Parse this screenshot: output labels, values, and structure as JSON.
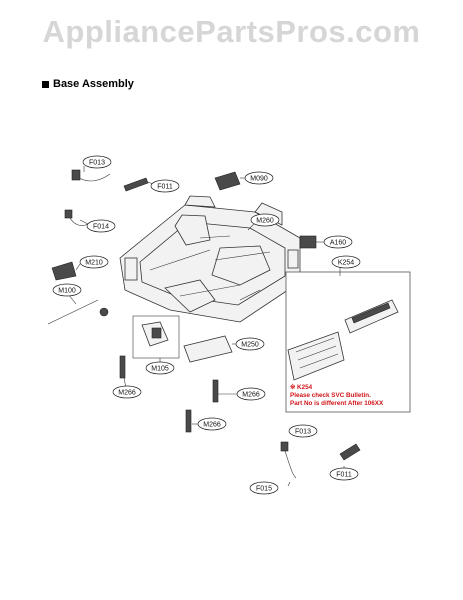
{
  "watermark": "AppliancePartsPros.com",
  "section_title": "Base Assembly",
  "callouts": {
    "f013_top": "F013",
    "f011_top": "F011",
    "m090": "M090",
    "f014": "F014",
    "m260": "M260",
    "a160": "A160",
    "m210": "M210",
    "k254": "K254",
    "m100": "M100",
    "m250": "M250",
    "m105": "M105",
    "m266_left": "M266",
    "m266_mid": "M266",
    "m266_low": "M266",
    "f013_bottom": "F013",
    "f011_bottom": "F011",
    "f015": "F015"
  },
  "note": {
    "line1": "※ K254",
    "line2": "Please check SVC Bulletin.",
    "line3": "Part No is different After 106XX"
  },
  "colors": {
    "note_red": "#d0141a",
    "watermark_gray": "#d6d6d6"
  }
}
